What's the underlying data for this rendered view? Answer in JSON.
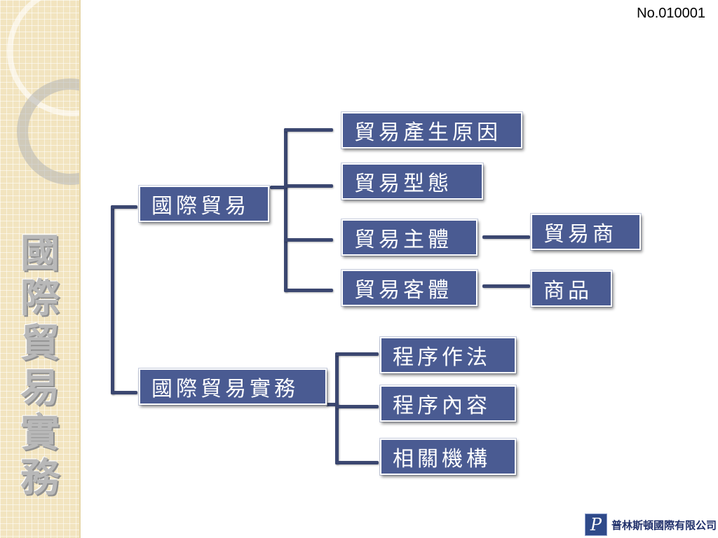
{
  "page_number": "No.010001",
  "sidebar_title": [
    "國",
    "際",
    "貿",
    "易",
    "實",
    "務"
  ],
  "company": {
    "name": "普林斯頓國際有限公司",
    "logo_glyph": "P"
  },
  "colors": {
    "node_fill": "#4a5b92",
    "connector": "#3b4770",
    "sidebar_bg": "#f2e4bf"
  },
  "tree": {
    "root_branches": [
      {
        "label": "國際貿易",
        "children": [
          {
            "label": "貿易產生原因"
          },
          {
            "label": "貿易型態"
          },
          {
            "label": "貿易主體",
            "child": "貿易商"
          },
          {
            "label": "貿易客體",
            "child": "商品"
          }
        ]
      },
      {
        "label": "國際貿易實務",
        "children": [
          {
            "label": "程序作法"
          },
          {
            "label": "程序內容"
          },
          {
            "label": "相關機構"
          }
        ]
      }
    ]
  }
}
